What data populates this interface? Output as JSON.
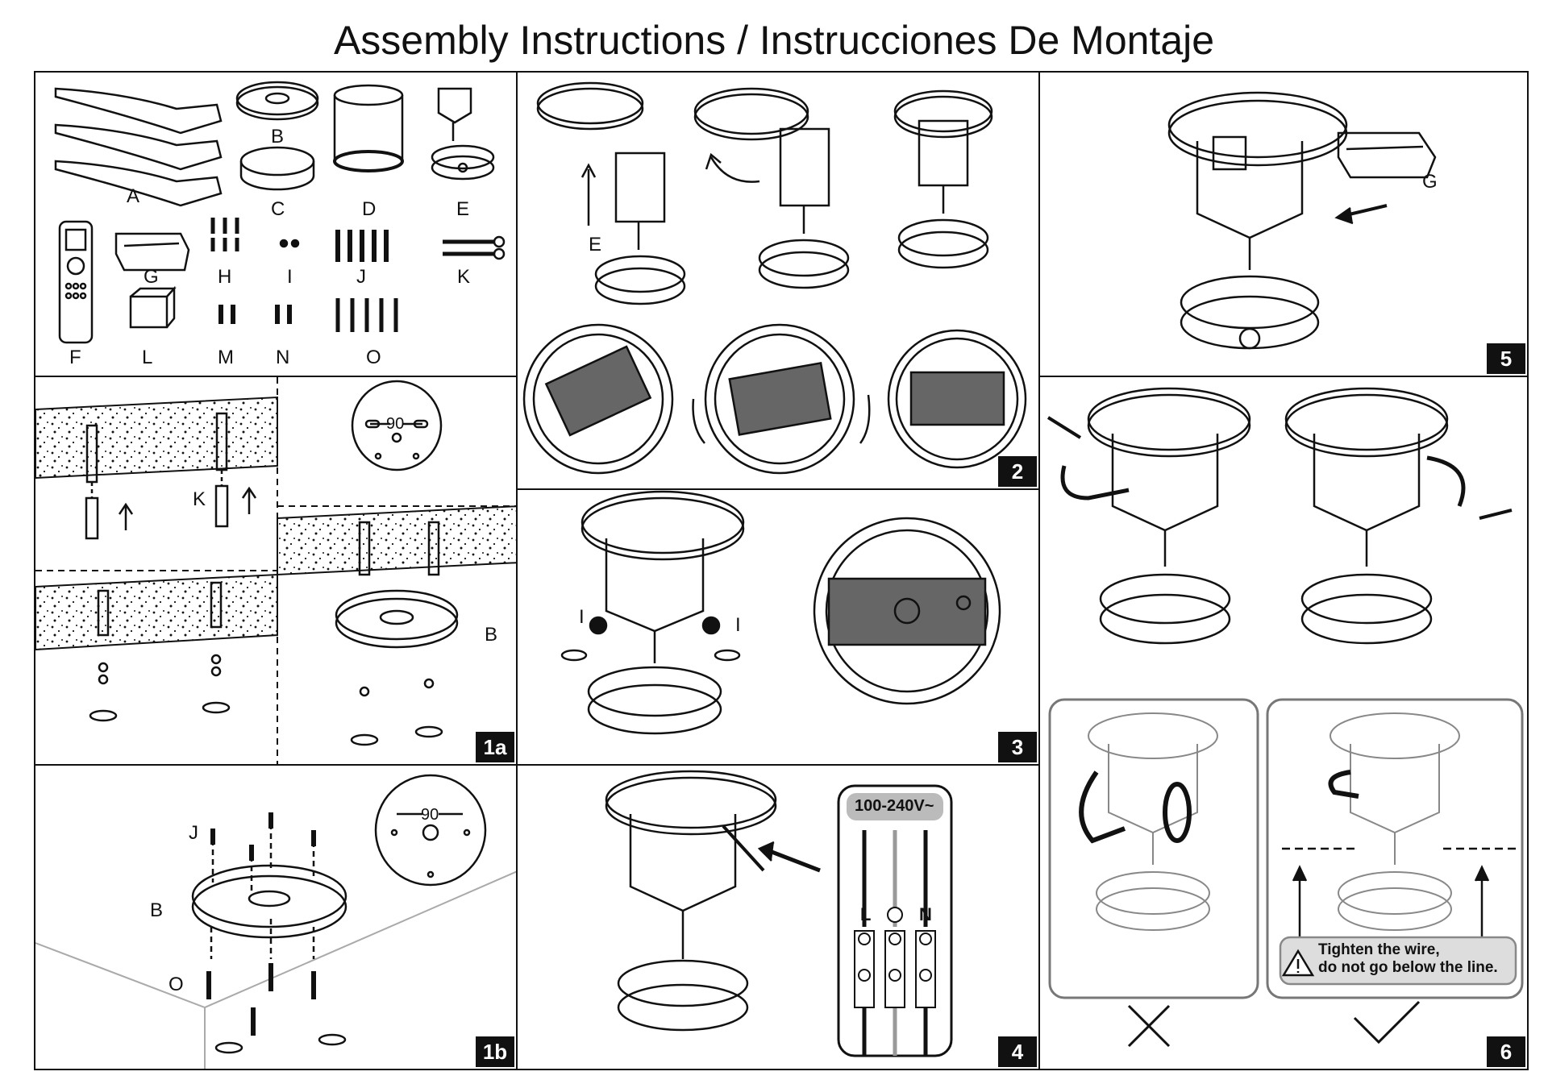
{
  "title": "Assembly Instructions / Instrucciones De Montaje",
  "parts": {
    "A": "A",
    "B": "B",
    "C": "C",
    "D": "D",
    "E": "E",
    "F": "F",
    "G": "G",
    "H": "H",
    "I": "I",
    "J": "J",
    "K": "K",
    "L": "L",
    "M": "M",
    "N": "N",
    "O": "O"
  },
  "steps": {
    "s1a": "1a",
    "s1b": "1b",
    "s2": "2",
    "s3": "3",
    "s4": "4",
    "s5": "5",
    "s6": "6"
  },
  "dimension": "90",
  "wiring": {
    "voltage": "100-240V~",
    "live": "L",
    "neutral": "N"
  },
  "warning": "Tighten the wire,\ndo not go below the line."
}
